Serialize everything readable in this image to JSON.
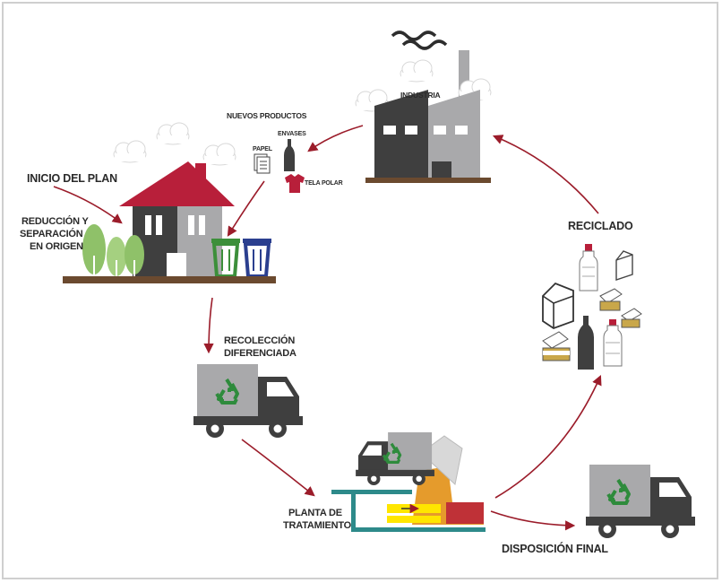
{
  "labels": {
    "industria": "INDUSTRIA",
    "nuevos_productos": "NUEVOS PRODUCTOS",
    "envases": "ENVASES",
    "papel": "PAPEL",
    "tela_polar": "TELA POLAR",
    "inicio_plan": "INICIO DEL PLAN",
    "reduccion_1": "REDUCCIÓN Y",
    "reduccion_2": "SEPARACIÓN",
    "reduccion_3": "EN ORIGEN",
    "recoleccion_1": "RECOLECCIÓN",
    "recoleccion_2": "DIFERENCIADA",
    "planta_1": "PLANTA DE",
    "planta_2": "TRATAMIENTO",
    "disposicion": "DISPOSICIÓN FINAL",
    "reciclado": "RECICLADO"
  },
  "icons": [
    "factory-icon",
    "house-icon",
    "truck-icon",
    "recycle-icon",
    "trash-bin-icon",
    "bottle-icon",
    "carton-icon",
    "can-icon",
    "paper-icon",
    "shirt-icon",
    "tree-icon",
    "cloud-icon"
  ],
  "colors": {
    "arrow": "#9b1c2a",
    "roof": "#b81f3a",
    "dark_gray": "#3f3f3f",
    "light_gray": "#a9a9ab",
    "ground": "#6b4a2f",
    "green_bin": "#3c8f3a",
    "blue_bin": "#2b3f8f",
    "tree_green": "#8fc169",
    "plant_yellow": "#ffe600",
    "plant_orange": "#e59b2c",
    "plant_teal": "#2d8a8a"
  }
}
